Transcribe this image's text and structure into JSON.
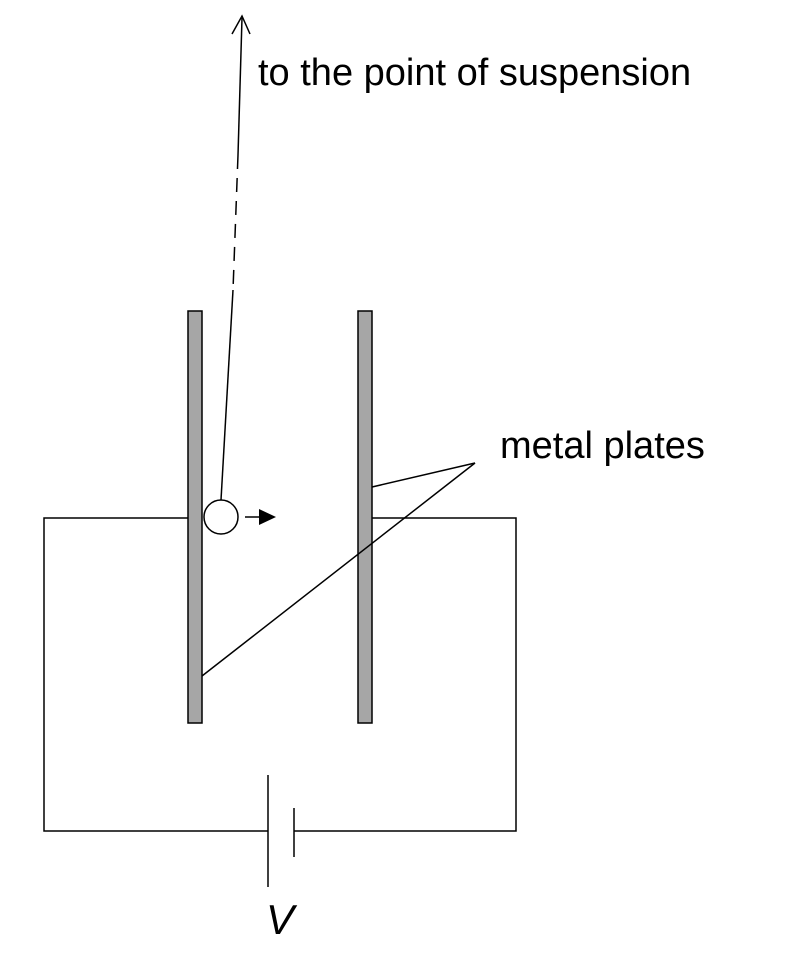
{
  "labels": {
    "suspension": "to the point of suspension",
    "plates": "metal plates",
    "voltage": "V"
  },
  "colors": {
    "plate_fill": "#a6a6a6",
    "line": "#000000",
    "background": "#ffffff"
  }
}
